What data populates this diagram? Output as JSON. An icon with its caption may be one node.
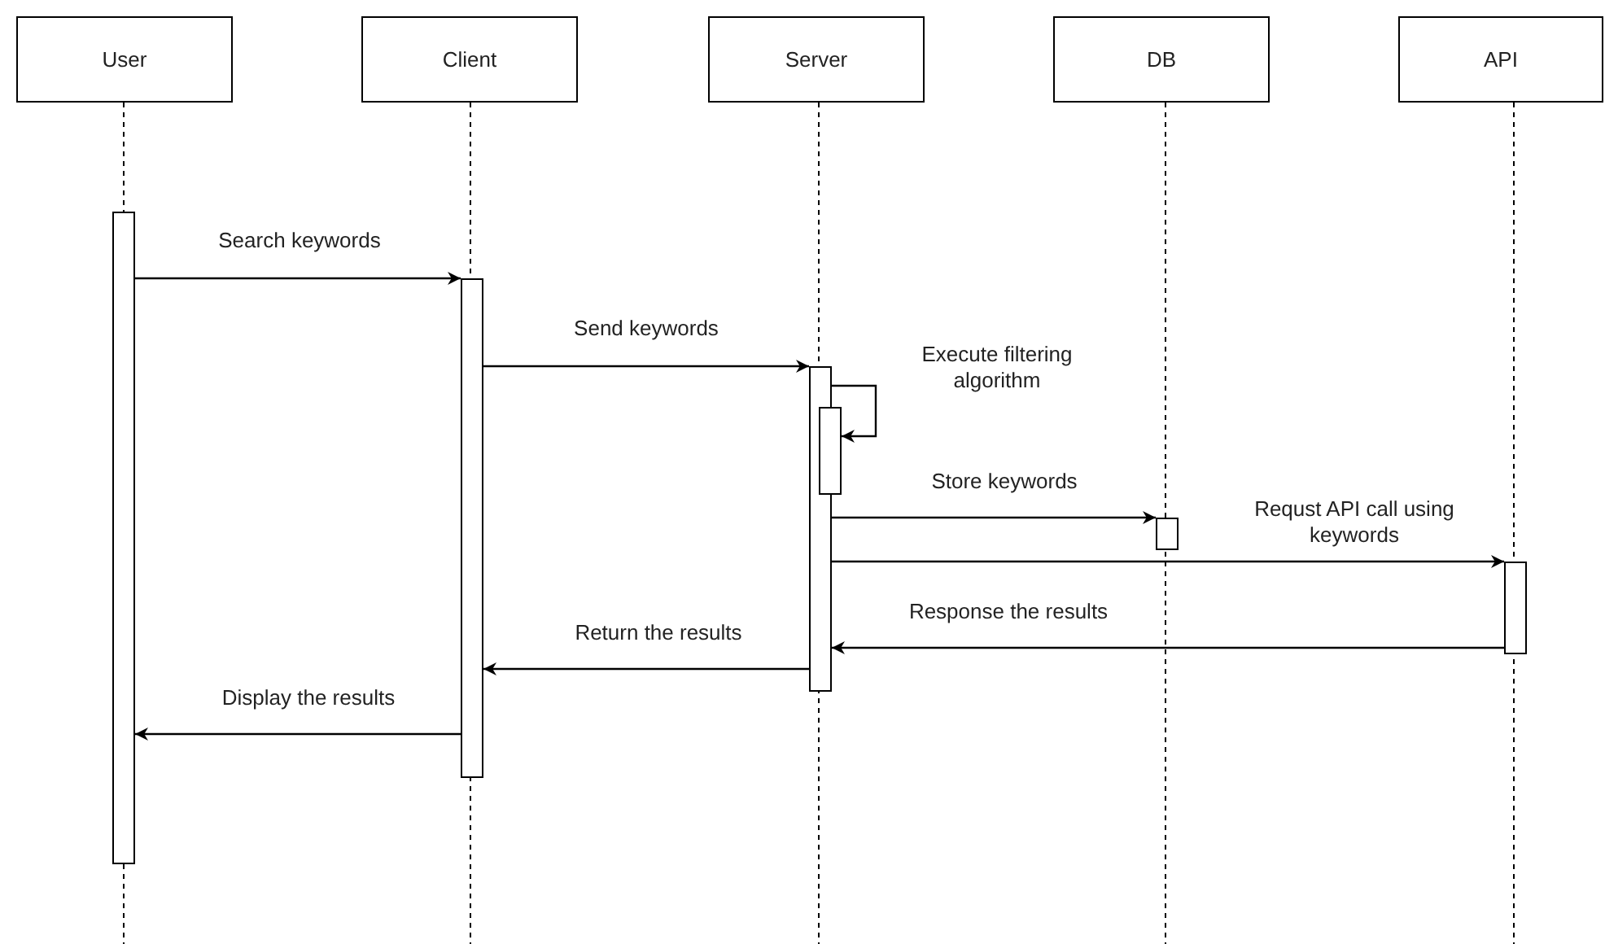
{
  "diagram": {
    "nodes": [
      {
        "text": [
          "User"
        ]
      },
      {
        "text": [
          "Client"
        ]
      },
      {
        "text": [
          "Server"
        ]
      },
      {
        "text": [
          "DB"
        ]
      },
      {
        "text": [
          "API"
        ]
      },
      {
        "text": [],
        "shape": "bar"
      },
      {
        "text": [],
        "shape": "bar"
      },
      {
        "text": [],
        "shape": "bar"
      },
      {
        "text": [],
        "shape": "bar"
      },
      {
        "text": [],
        "shape": "bar"
      },
      {
        "text": [],
        "shape": "bar"
      }
    ],
    "edges": [
      {
        "from": 5,
        "to": 6,
        "arrow": "to",
        "label": "Search keywords"
      },
      {
        "from": 6,
        "to": 7,
        "arrow": "to",
        "label": "Send keywords"
      },
      {
        "from": 7,
        "to": 8,
        "arrow": "to",
        "label": "Execute filtering algorithm"
      },
      {
        "from": 7,
        "to": 9,
        "arrow": "to",
        "label": "Store keywords"
      },
      {
        "from": 7,
        "to": 10,
        "arrow": "to",
        "label": "Requst API call using keywords"
      },
      {
        "from": 10,
        "to": 7,
        "arrow": "to",
        "label": "Response the results"
      },
      {
        "from": 7,
        "to": 6,
        "arrow": "to",
        "label": "Return the results"
      },
      {
        "from": 6,
        "to": 5,
        "arrow": "to",
        "label": "Display the results"
      }
    ]
  }
}
